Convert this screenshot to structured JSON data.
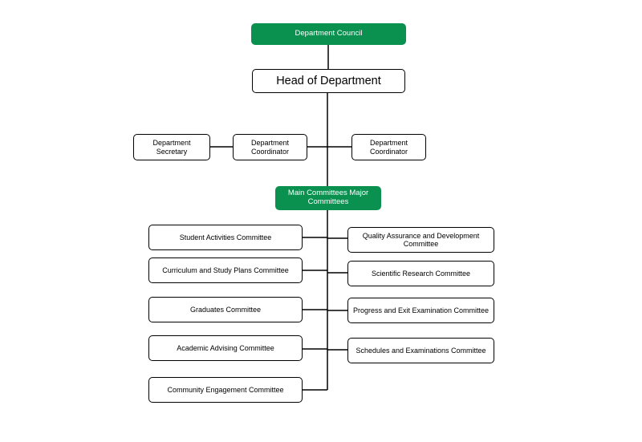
{
  "diagram": {
    "colors": {
      "primary": "#0a9150",
      "line": "#000000",
      "box_border": "#000000"
    },
    "nodes": {
      "council": "Department Council",
      "head": "Head of Department",
      "secretary": "Department\nSecretary",
      "coordinator_left": "Department\nCoordinator",
      "coordinator_right": "Department\nCoordinator",
      "main_committees": "Main Committees Major\nCommittees",
      "student_activities": "Student Activities Committee",
      "curriculum": "Curriculum and Study Plans Committee",
      "graduates": "Graduates Committee",
      "academic_advising": "Academic Advising Committee",
      "community_engagement": "Community Engagement Committee",
      "quality_assurance": "Quality Assurance and Development\nCommittee",
      "scientific_research": "Scientific Research Committee",
      "progress_exit": "Progress and Exit Examination Committee",
      "schedules_exams": "Schedules and Examinations Committee"
    }
  }
}
